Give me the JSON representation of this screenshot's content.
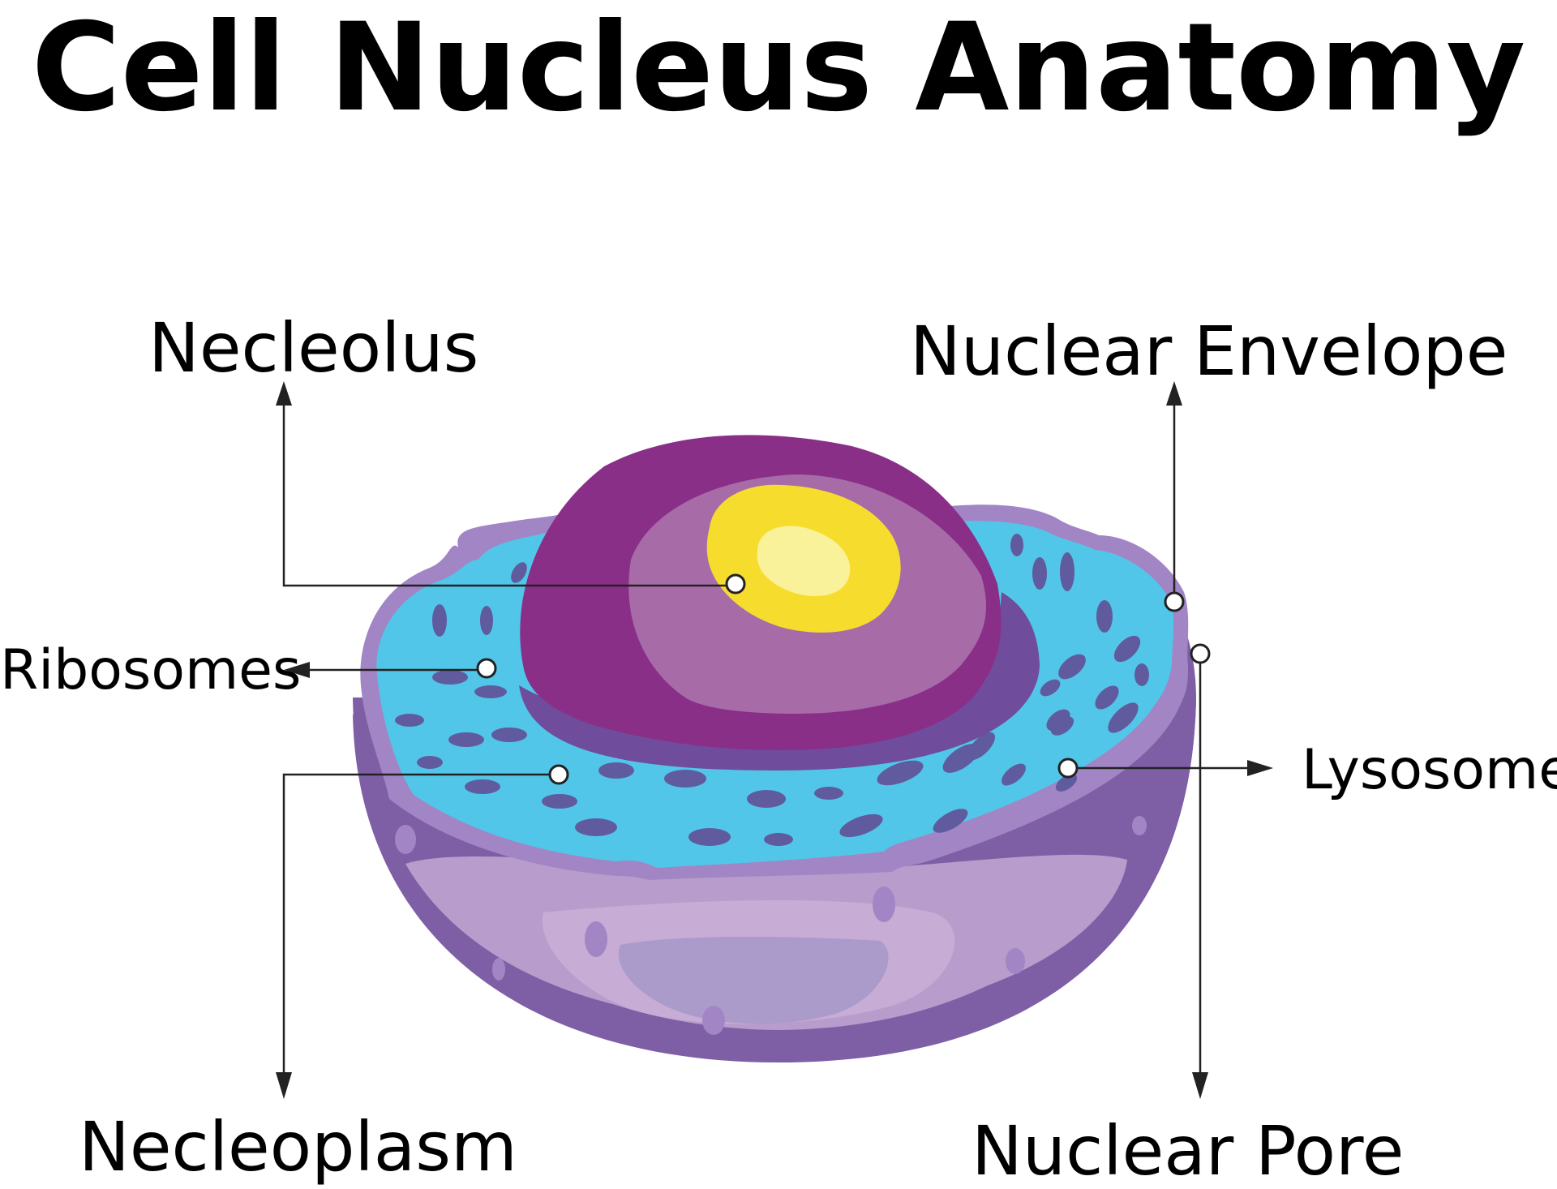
{
  "title": "Cell Nucleus Anatomy",
  "labels": {
    "nucleolus": "Necleolus",
    "nuclear_envelope": "Nuclear Envelope",
    "ribosomes": "Ribosomes",
    "lysosome": "Lysosome",
    "nucleoplasm": "Necleoplasm",
    "nuclear_pore": "Nuclear Pore"
  },
  "colors": {
    "title": "#000000",
    "outer_shell": "#7e5fa6",
    "lower_fill": "#b89ccb",
    "inner_lobe": "#c7acd6",
    "cytoplasm_cyan": "#52c6e8",
    "cut_rim": "#a285c4",
    "nucleus_outer": "#8a2f87",
    "nucleus_inner": "#a76ca8",
    "nucleus_shadow": "#6f4c9c",
    "nucleolus_yellow": "#f6dd2d",
    "nucleolus_core": "#faf19b",
    "ribosome_dots": "#5f5b9e"
  }
}
